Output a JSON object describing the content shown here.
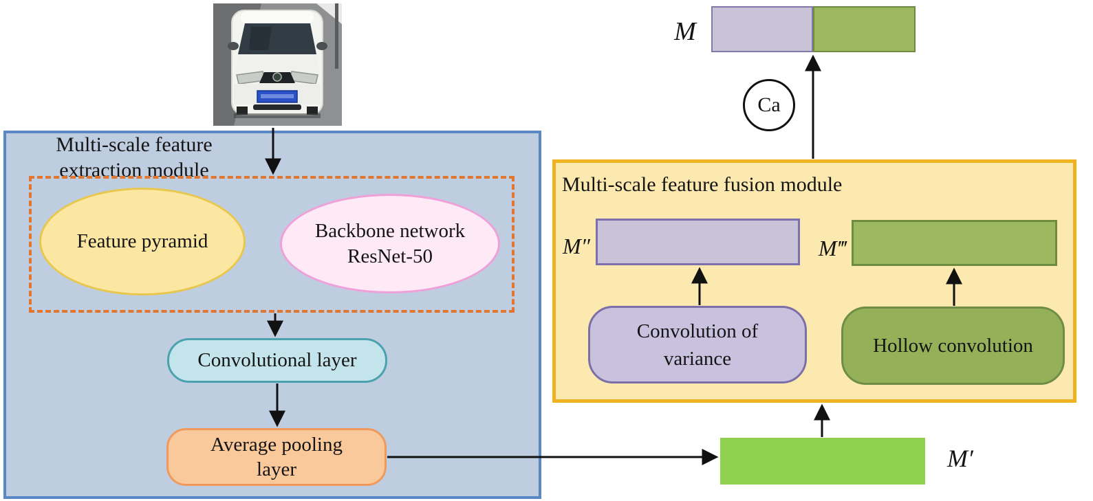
{
  "input": {
    "image": "car-front-surveillance-photo"
  },
  "extraction_module": {
    "title_line1": "Multi-scale feature",
    "title_line2": "extraction module",
    "feature_pyramid": "Feature pyramid",
    "backbone_line1": "Backbone network",
    "backbone_line2": "ResNet-50",
    "conv_layer": "Convolutional layer",
    "avg_pool_line1": "Average pooling",
    "avg_pool_line2": "layer"
  },
  "fusion_module": {
    "title": "Multi-scale feature fusion module",
    "conv_variance_line1": "Convolution of",
    "conv_variance_line2": "variance",
    "hollow_conv": "Hollow convolution"
  },
  "tensors": {
    "m": "M",
    "m_prime": "M′",
    "m_double_prime": "M″",
    "m_triple_prime": "M‴"
  },
  "operators": {
    "concat": "Ca"
  },
  "colors": {
    "extraction_box_fill": "#bfcde0",
    "extraction_box_border": "#5b87c5",
    "fusion_box_fill": "#fce9b0",
    "fusion_box_border": "#efb321",
    "dashed_group_border": "#e0762f",
    "feature_pyramid_fill": "#fbe7a2",
    "feature_pyramid_border": "#e8c74e",
    "backbone_fill": "#fdeaf6",
    "backbone_border": "#f0a0d8",
    "conv_layer_fill": "#c4e4ec",
    "conv_layer_border": "#4aa2ae",
    "avg_pool_fill": "#f9c99c",
    "avg_pool_border": "#ef9a5c",
    "purple_fill": "#c9c3d8",
    "purple_border": "#7b6fae",
    "green_fill": "#9cb860",
    "green_border": "#6e8c3e",
    "bright_green_fill": "#8fd14f",
    "arrow_color": "#111111"
  }
}
